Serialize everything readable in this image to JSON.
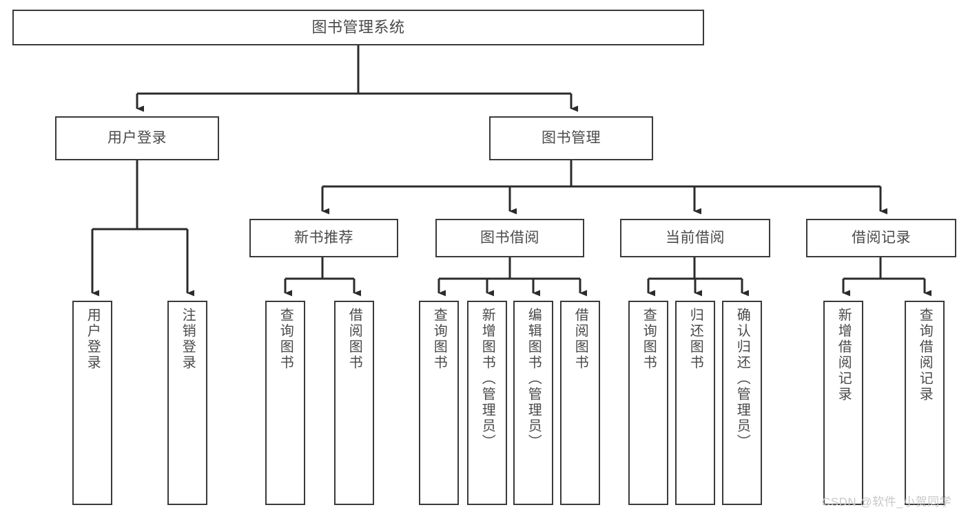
{
  "diagram": {
    "title": "图书管理系统",
    "type": "tree-hierarchy",
    "colors": {
      "node_border": "#3a3a3a",
      "node_fill": "#ffffff",
      "text": "#4a4a4a",
      "edge": "#2b2b2b",
      "watermark": "#c8c8c8",
      "background": "#ffffff"
    },
    "nodes": {
      "root": {
        "label": "图书管理系统"
      },
      "level2": [
        {
          "label": "用户登录"
        },
        {
          "label": "图书管理"
        }
      ],
      "level3": [
        {
          "label": "新书推荐"
        },
        {
          "label": "图书借阅"
        },
        {
          "label": "当前借阅"
        },
        {
          "label": "借阅记录"
        }
      ],
      "leaves": {
        "user_login": [
          {
            "label": "用户登录"
          },
          {
            "label": "注销登录"
          }
        ],
        "new_book_recommend": [
          {
            "label": "查询图书"
          },
          {
            "label": "借阅图书"
          }
        ],
        "book_borrow": [
          {
            "label": "查询图书"
          },
          {
            "label": "新增图书（管理员）"
          },
          {
            "label": "编辑图书（管理员）"
          },
          {
            "label": "借阅图书"
          }
        ],
        "current_borrow": [
          {
            "label": "查询图书"
          },
          {
            "label": "归还图书"
          },
          {
            "label": "确认归还（管理员）"
          }
        ],
        "borrow_records": [
          {
            "label": "新增借阅记录"
          },
          {
            "label": "查询借阅记录"
          }
        ]
      }
    },
    "watermark": "CSDN @软件_小贺同学"
  },
  "chart_data": {
    "type": "table",
    "title": "图书管理系统 功能结构图",
    "tree": {
      "name": "图书管理系统",
      "children": [
        {
          "name": "用户登录",
          "children": [
            {
              "name": "用户登录"
            },
            {
              "name": "注销登录"
            }
          ]
        },
        {
          "name": "图书管理",
          "children": [
            {
              "name": "新书推荐",
              "children": [
                {
                  "name": "查询图书"
                },
                {
                  "name": "借阅图书"
                }
              ]
            },
            {
              "name": "图书借阅",
              "children": [
                {
                  "name": "查询图书"
                },
                {
                  "name": "新增图书（管理员）"
                },
                {
                  "name": "编辑图书（管理员）"
                },
                {
                  "name": "借阅图书"
                }
              ]
            },
            {
              "name": "当前借阅",
              "children": [
                {
                  "name": "查询图书"
                },
                {
                  "name": "归还图书"
                },
                {
                  "name": "确认归还（管理员）"
                }
              ]
            },
            {
              "name": "借阅记录",
              "children": [
                {
                  "name": "新增借阅记录"
                },
                {
                  "name": "查询借阅记录"
                }
              ]
            }
          ]
        }
      ]
    }
  }
}
